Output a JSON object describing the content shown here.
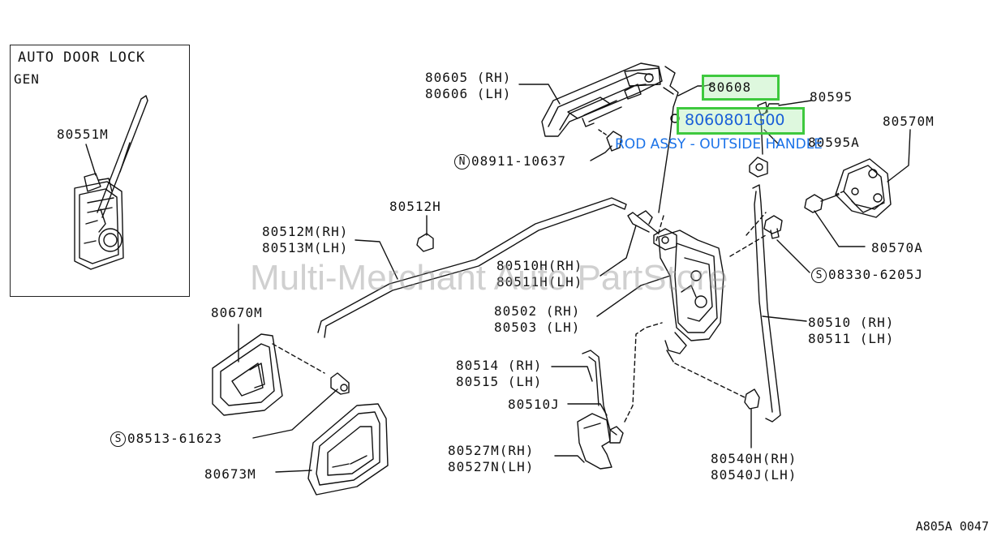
{
  "inset": {
    "title": "AUTO DOOR LOCK",
    "subtitle": "GEN",
    "part": "80551M"
  },
  "labels": {
    "p80605": "80605 (RH)",
    "p80606": "80606 (LH)",
    "p08911": "08911-10637",
    "p80608": "80608",
    "p80595": "80595",
    "p80570M": "80570M",
    "p80570A": "80570A",
    "p08330": "08330-6205J",
    "p80512H": "80512H",
    "p80512M": "80512M(RH)",
    "p80513M": "80513M(LH)",
    "p80510H": "80510H(RH)",
    "p80511H": "80511H(LH)",
    "p80502": "80502 (RH)",
    "p80503": "80503 (LH)",
    "p80510": "80510 (RH)",
    "p80511": "80511 (LH)",
    "p80670M": "80670M",
    "p80514": "80514 (RH)",
    "p80515": "80515 (LH)",
    "p80510J": "80510J",
    "p08513": "08513-61623",
    "p80527M": "80527M(RH)",
    "p80527N": "80527N(LH)",
    "p80673M": "80673M",
    "p80540H": "80540H(RH)",
    "p80540J": "80540J(LH)",
    "p80595A": "80595A"
  },
  "circle_marks": {
    "n": "N",
    "s": "S"
  },
  "highlight": {
    "code": "8060801G00",
    "note": "ROD ASSY - OUTSIDE HANDLE",
    "border_color": "#3ec93e"
  },
  "watermark": "Multi-Merchant Auto PartStore",
  "reference": "A805A 0047"
}
